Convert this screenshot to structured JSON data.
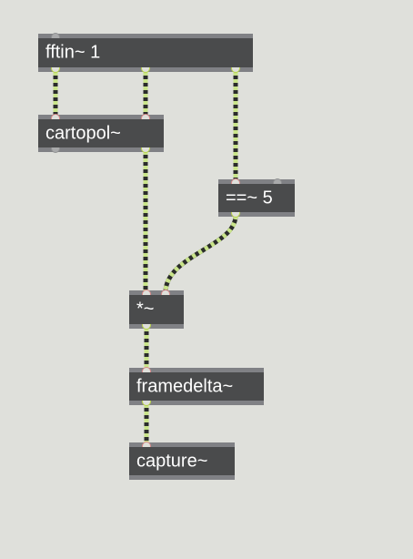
{
  "objects": {
    "fftin": {
      "text": "fftin~ 1"
    },
    "cartopol": {
      "text": "cartopol~"
    },
    "equals": {
      "text": "==~ 5"
    },
    "multiply": {
      "text": "*~"
    },
    "framedelta": {
      "text": "framedelta~"
    },
    "capture": {
      "text": "capture~"
    }
  },
  "colors": {
    "background": "#dfe0db",
    "object_fill": "#4a4b4c",
    "object_border": "#808185",
    "cord_dash": "#c9e48a",
    "cord_base": "#2b2c2b",
    "inlet": "#d98a8a",
    "outlet": "#b8d34a"
  }
}
